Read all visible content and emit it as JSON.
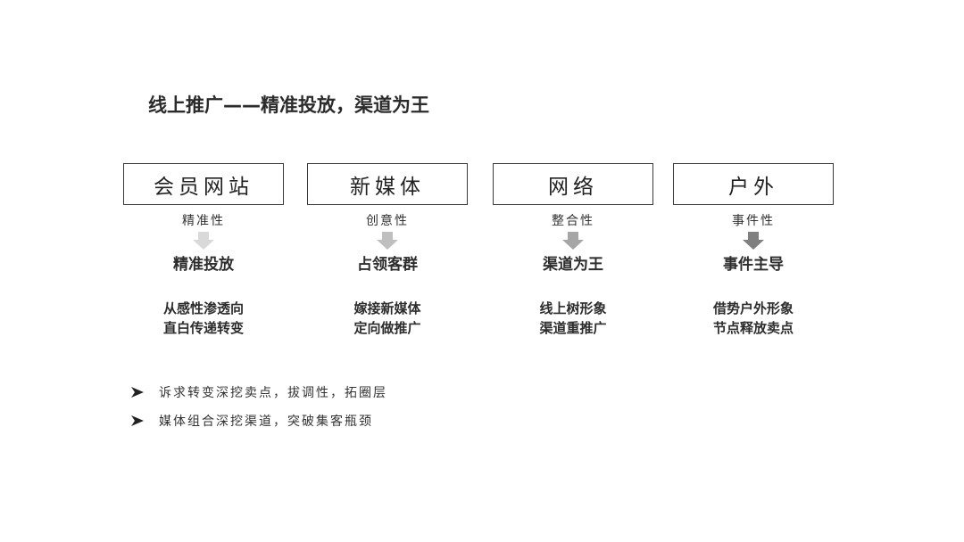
{
  "title": "线上推广——精准投放，渠道为王",
  "columns": [
    {
      "channel": "会员网站",
      "attribute": "精准性",
      "strategy": "精准投放",
      "details": [
        "从感性渗透向",
        "直白传递转变"
      ],
      "arrow_color": "#d9d9d9"
    },
    {
      "channel": "新媒体",
      "attribute": "创意性",
      "strategy": "占领客群",
      "details": [
        "嫁接新媒体",
        "定向做推广"
      ],
      "arrow_color": "#bfbfbf"
    },
    {
      "channel": "网络",
      "attribute": "整合性",
      "strategy": "渠道为王",
      "details": [
        "线上树形象",
        "渠道重推广"
      ],
      "arrow_color": "#a6a6a6"
    },
    {
      "channel": "户外",
      "attribute": "事件性",
      "strategy": "事件主导",
      "details": [
        "借势户外形象",
        "节点释放卖点"
      ],
      "arrow_color": "#7f7f7f"
    }
  ],
  "bullets": [
    "诉求转变深挖卖点，拔调性，拓圈层",
    "媒体组合深挖渠道，突破集客瓶颈"
  ],
  "icons": {
    "down_arrow": "down-arrow-icon",
    "bullet": "arrowhead-bullet-icon"
  }
}
